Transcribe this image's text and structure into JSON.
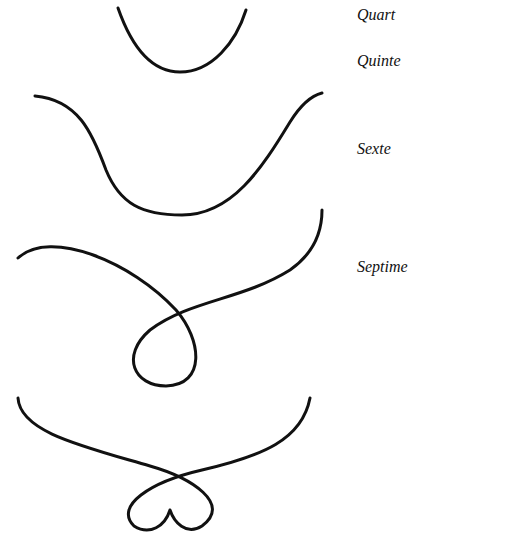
{
  "diagram": {
    "labels": [
      "Quart",
      "Quinte",
      "Sexte",
      "Septime"
    ]
  }
}
